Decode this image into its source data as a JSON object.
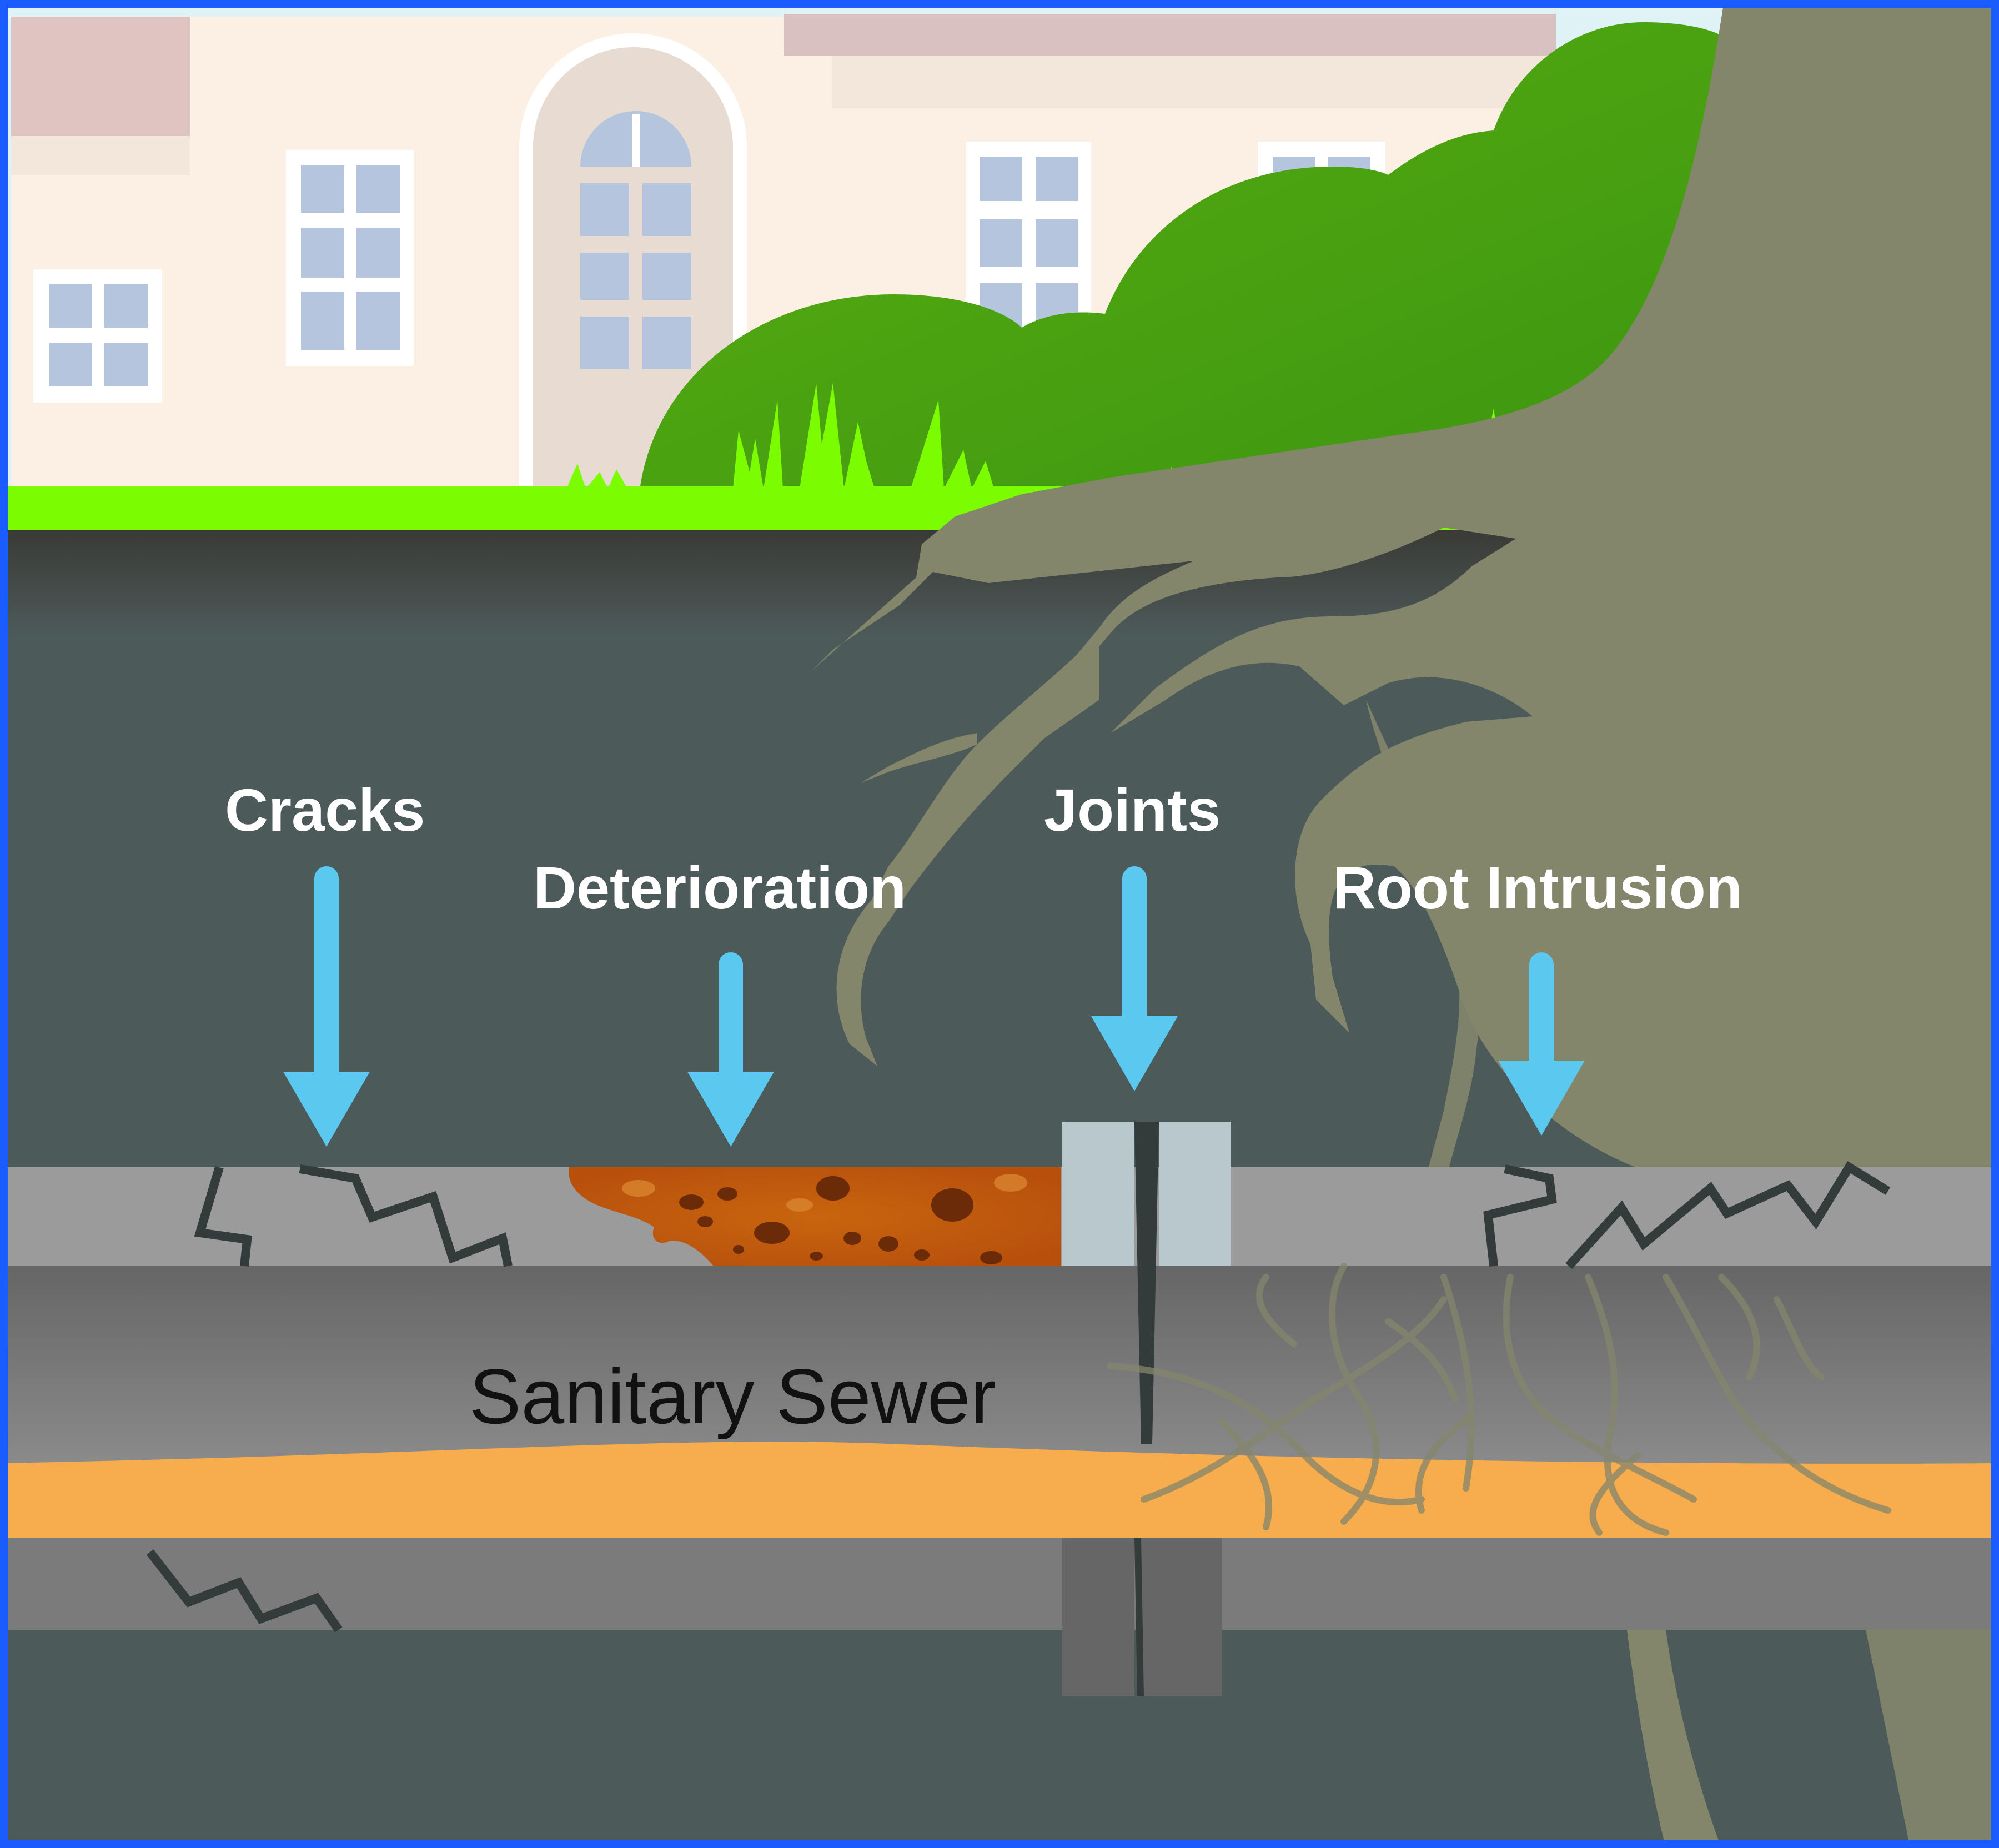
{
  "labels": {
    "cracks": "Cracks",
    "deterioration": "Deterioration",
    "joints": "Joints",
    "root_intrusion": "Root Intrusion",
    "sanitary_sewer": "Sanitary Sewer"
  },
  "colors": {
    "frame": "#1a5cff",
    "sky": "#dff3f7",
    "house_wall": "#fcefe3",
    "house_roof": "#d9c1c1",
    "window_glass": "#b4c5dd",
    "grass": "#7cfc00",
    "bush": "#4aa511",
    "soil": "#4d5a5a",
    "pipe_wall": "#9b9b9b",
    "pipe_interior": "#7b7b7b",
    "sewage": "#f7ad4d",
    "rust": "#c35d10",
    "arrow": "#5bc8f0",
    "tree": "#84866c",
    "crack": "#333b3b",
    "joint_collar": "#b8c8cc"
  },
  "icons": {
    "arrow": "down-arrow",
    "crack": "zigzag-crack",
    "tree": "tree-with-roots",
    "house": "house-facade"
  }
}
